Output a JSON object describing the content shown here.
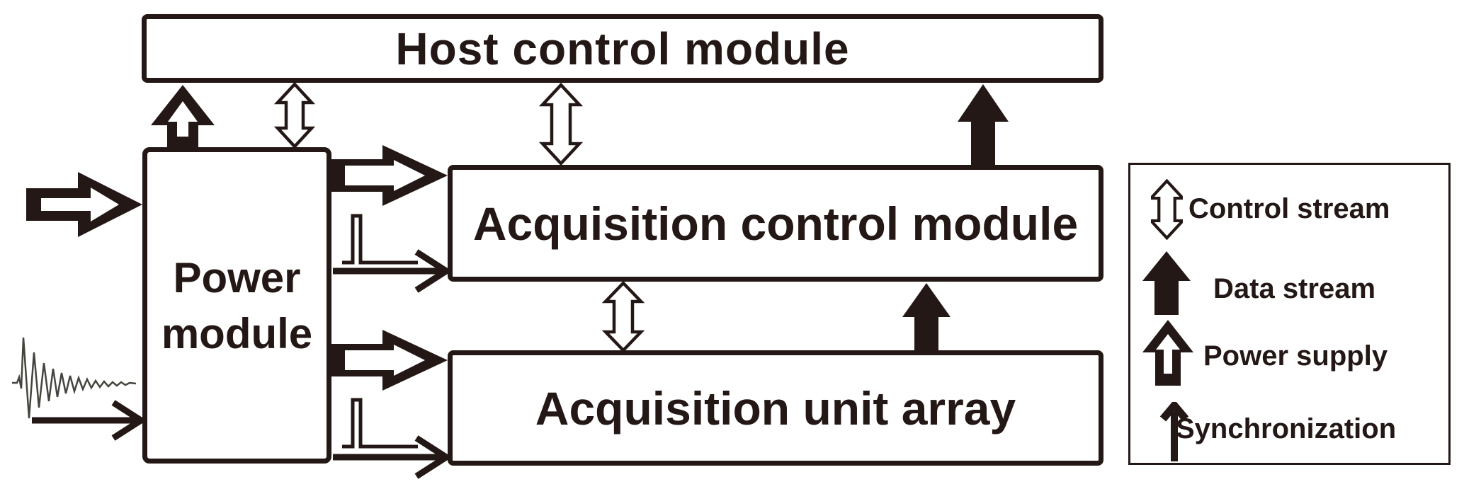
{
  "colors": {
    "ink": "#231815",
    "paper": "#ffffff",
    "waveform": "#45453f"
  },
  "diagram": {
    "boxes": {
      "host": {
        "label": "Host control module"
      },
      "power": {
        "lines": [
          "Power",
          "module"
        ]
      },
      "acq_control": {
        "label": "Acquisition control module"
      },
      "acq_unit": {
        "label": "Acquisition unit array"
      }
    },
    "legend": {
      "items": [
        {
          "id": "control-stream",
          "icon": "control-stream-arrow-icon",
          "label": "Control stream"
        },
        {
          "id": "data-stream",
          "icon": "data-stream-arrow-icon",
          "label": "Data stream"
        },
        {
          "id": "power-supply",
          "icon": "power-supply-arrow-icon",
          "label": "Power supply"
        },
        {
          "id": "synchronization",
          "icon": "synchronization-arrow-icon",
          "label": "Synchronization"
        }
      ]
    }
  }
}
